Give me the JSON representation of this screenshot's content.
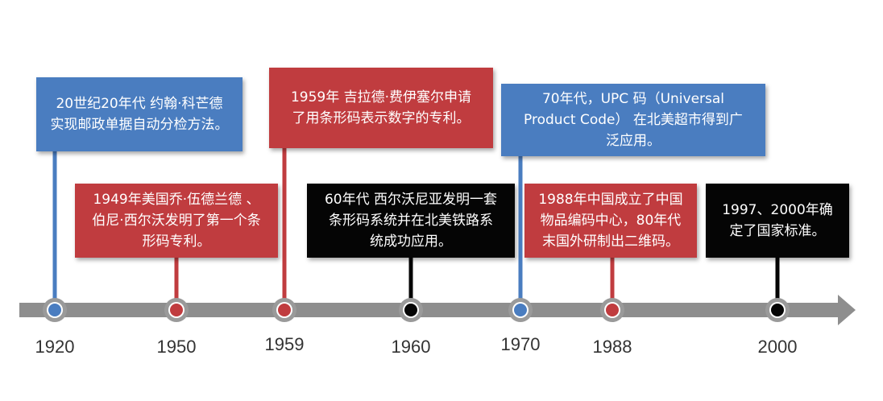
{
  "colors": {
    "blue": "#4a7dc0",
    "red": "#c03c3f",
    "black": "#050505",
    "axis": "#8e8e8e"
  },
  "events": [
    {
      "year": "1920",
      "text": "20世纪20年代 约翰·科芒德\n实现邮政单据自动分检方法。",
      "color": "blue"
    },
    {
      "year": "1950",
      "text": "1949年美国乔·伍德兰德 、\n伯尼·西尔沃发明了第一个条\n形码专利。",
      "color": "red"
    },
    {
      "year": "1959",
      "text": "1959年 吉拉德·费伊塞尔申请\n了用条形码表示数字的专利。",
      "color": "red"
    },
    {
      "year": "1960",
      "text": "60年代  西尔沃尼亚发明一套\n条形码系统并在北美铁路系\n统成功应用。",
      "color": "black"
    },
    {
      "year": "1970",
      "text": "70年代，UPC 码（Universal\nProduct Code） 在北美超市得到广\n泛应用。",
      "color": "blue"
    },
    {
      "year": "1988",
      "text": "1988年中国成立了中国\n物品编码中心，80年代\n末国外研制出二维码。",
      "color": "red"
    },
    {
      "year": "2000",
      "text": "1997、2000年确\n定了国家标准。",
      "color": "black"
    }
  ]
}
